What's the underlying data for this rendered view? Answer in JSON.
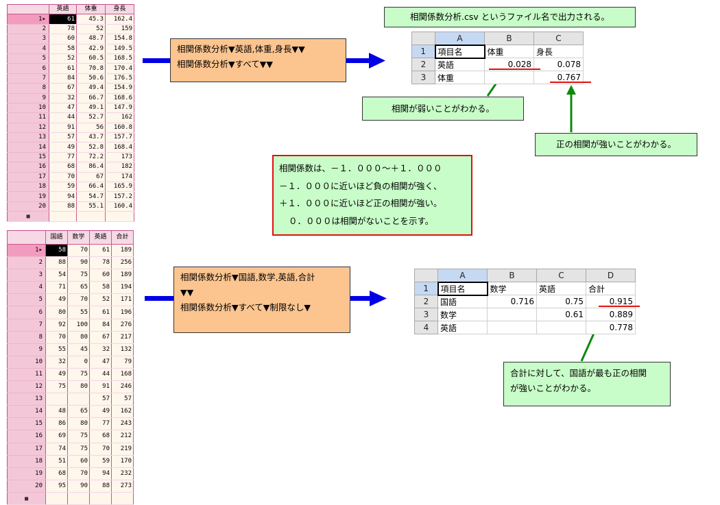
{
  "grid1": {
    "headers": [
      "",
      "英語",
      "体重",
      "身長"
    ],
    "rows": [
      [
        "1▸",
        "61",
        "45.3",
        "162.4"
      ],
      [
        "2",
        "78",
        "52",
        "159"
      ],
      [
        "3",
        "60",
        "48.7",
        "154.8"
      ],
      [
        "4",
        "58",
        "42.9",
        "149.5"
      ],
      [
        "5",
        "52",
        "60.5",
        "168.5"
      ],
      [
        "6",
        "61",
        "70.8",
        "170.4"
      ],
      [
        "7",
        "84",
        "50.6",
        "176.5"
      ],
      [
        "8",
        "67",
        "49.4",
        "154.9"
      ],
      [
        "9",
        "32",
        "66.7",
        "168.6"
      ],
      [
        "10",
        "47",
        "49.1",
        "147.9"
      ],
      [
        "11",
        "44",
        "52.7",
        "162"
      ],
      [
        "12",
        "91",
        "56",
        "160.8"
      ],
      [
        "13",
        "57",
        "43.7",
        "157.7"
      ],
      [
        "14",
        "49",
        "52.8",
        "168.4"
      ],
      [
        "15",
        "77",
        "72.2",
        "173"
      ],
      [
        "16",
        "68",
        "86.4",
        "182"
      ],
      [
        "17",
        "70",
        "67",
        "174"
      ],
      [
        "18",
        "59",
        "66.4",
        "165.9"
      ],
      [
        "19",
        "94",
        "54.7",
        "157.2"
      ],
      [
        "20",
        "88",
        "55.1",
        "160.4"
      ]
    ],
    "footer": "▩"
  },
  "grid2": {
    "headers": [
      "",
      "国語",
      "数学",
      "英語",
      "合計"
    ],
    "rows": [
      [
        "1▸",
        "58",
        "70",
        "61",
        "189"
      ],
      [
        "2",
        "88",
        "90",
        "78",
        "256"
      ],
      [
        "3",
        "54",
        "75",
        "60",
        "189"
      ],
      [
        "4",
        "71",
        "65",
        "58",
        "194"
      ],
      [
        "5",
        "49",
        "70",
        "52",
        "171"
      ],
      [
        "6",
        "80",
        "55",
        "61",
        "196"
      ],
      [
        "7",
        "92",
        "100",
        "84",
        "276"
      ],
      [
        "8",
        "70",
        "80",
        "67",
        "217"
      ],
      [
        "9",
        "55",
        "45",
        "32",
        "132"
      ],
      [
        "10",
        "32",
        "0",
        "47",
        "79"
      ],
      [
        "11",
        "49",
        "75",
        "44",
        "168"
      ],
      [
        "12",
        "75",
        "80",
        "91",
        "246"
      ],
      [
        "13",
        "",
        "",
        "57",
        "57"
      ],
      [
        "14",
        "48",
        "65",
        "49",
        "162"
      ],
      [
        "15",
        "86",
        "80",
        "77",
        "243"
      ],
      [
        "16",
        "69",
        "75",
        "68",
        "212"
      ],
      [
        "17",
        "74",
        "75",
        "70",
        "219"
      ],
      [
        "18",
        "51",
        "60",
        "59",
        "170"
      ],
      [
        "19",
        "68",
        "70",
        "94",
        "232"
      ],
      [
        "20",
        "95",
        "90",
        "88",
        "273"
      ]
    ],
    "footer": "▩"
  },
  "command1": {
    "line1": "相関係数分析▼英語,体重,身長▼▼",
    "line2": "相関係数分析▼すべて▼▼"
  },
  "command2": {
    "line1": "相関係数分析▼国語,数学,英語,合計",
    "line2": "▼▼",
    "line3": "相関係数分析▼すべて▼制限なし▼"
  },
  "output_note": "相関係数分析.csv というファイル名で出力される。",
  "sheet1": {
    "col_headers": [
      "",
      "A",
      "B",
      "C"
    ],
    "rows": [
      [
        "1",
        "項目名",
        "体重",
        "身長"
      ],
      [
        "2",
        "英語",
        "0.028",
        "0.078"
      ],
      [
        "3",
        "体重",
        "",
        "0.767"
      ]
    ]
  },
  "sheet2": {
    "col_headers": [
      "",
      "A",
      "B",
      "C",
      "D"
    ],
    "rows": [
      [
        "1",
        "項目名",
        "数学",
        "英語",
        "合計"
      ],
      [
        "2",
        "国語",
        "0.716",
        "0.75",
        "0.915"
      ],
      [
        "3",
        "数学",
        "",
        "0.61",
        "0.889"
      ],
      [
        "4",
        "英語",
        "",
        "",
        "0.778"
      ]
    ]
  },
  "note_weak": "相関が弱いことがわかる。",
  "note_strong": "正の相関が強いことがわかる。",
  "explanation": {
    "line1": "相関係数は、－１．０００～＋１．０００",
    "line2": "－１．０００に近いほど負の相関が強く、",
    "line3": "＋１．０００に近いほど正の相関が強い。",
    "line4": "０．０００は相関がないことを示す。"
  },
  "note_total": {
    "line1": "合計に対して、国語が最も正の相関",
    "line2": "が強いことがわかる。"
  },
  "colors": {
    "arrow_blue": "#0000e6",
    "arrow_green": "#0a8a0a",
    "underline_red": "#e01010",
    "orange_box": "#fcc590",
    "green_box": "#c8fcc8"
  }
}
